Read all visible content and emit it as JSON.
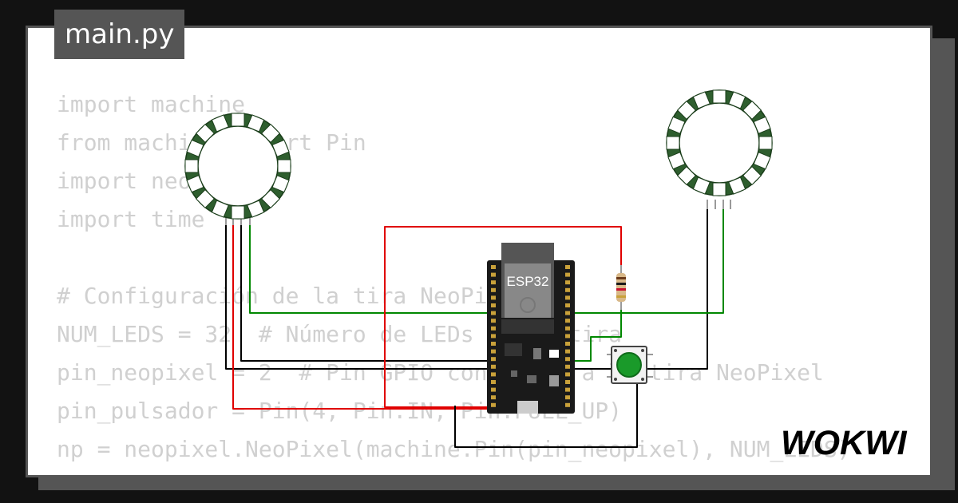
{
  "file_tab": {
    "title": "main.py"
  },
  "code": {
    "lines": [
      "import machine",
      "from machine import Pin",
      "import neopixel",
      "import time",
      "",
      "# Configuración de la tira NeoPixel",
      "NUM_LEDS = 32  # Número de LEDs en la tira",
      "pin_neopixel = 2  # Pin GPIO conectado a la tira NeoPixel",
      "pin_pulsador = Pin(4, Pin.IN, Pin.PULL_UP)",
      "np = neopixel.NeoPixel(machine.Pin(pin_neopixel), NUM_LEDS)"
    ]
  },
  "board": {
    "label": "ESP32"
  },
  "brand": {
    "logo_text": "WOKWI"
  },
  "colors": {
    "background": "#121212",
    "card": "#ffffff",
    "frame": "#555555",
    "code_text": "#d0d0d0",
    "ring_pcb": "#2e5e2e",
    "wire_red": "#e00000",
    "wire_green": "#008800",
    "wire_black": "#000000",
    "button_cap": "#1a9a2a"
  }
}
